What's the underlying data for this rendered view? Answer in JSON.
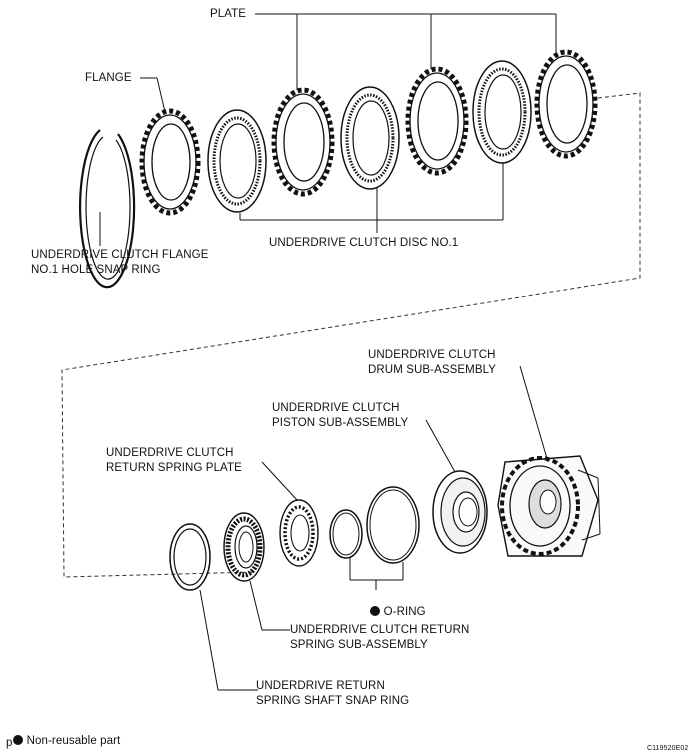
{
  "labels": {
    "plate": "PLATE",
    "flange": "FLANGE",
    "flange_snap_ring": "UNDERDRIVE CLUTCH FLANGE\nNO.1 HOLE SNAP RING",
    "disc": "UNDERDRIVE CLUTCH DISC NO.1",
    "drum": "UNDERDRIVE CLUTCH\nDRUM SUB-ASSEMBLY",
    "piston": "UNDERDRIVE CLUTCH\nPISTON SUB-ASSEMBLY",
    "return_spring_plate": "UNDERDRIVE CLUTCH\nRETURN SPRING PLATE",
    "o_ring": "O-RING",
    "return_spring_assy": "UNDERDRIVE CLUTCH RETURN\nSPRING SUB-ASSEMBLY",
    "shaft_snap_ring": "UNDERDRIVE RETURN\nSPRING SHAFT SNAP RING"
  },
  "legend": {
    "non_reusable": "Non-reusable part"
  },
  "corner": {
    "left_mark": "p",
    "figure_code": "C119520E02"
  }
}
